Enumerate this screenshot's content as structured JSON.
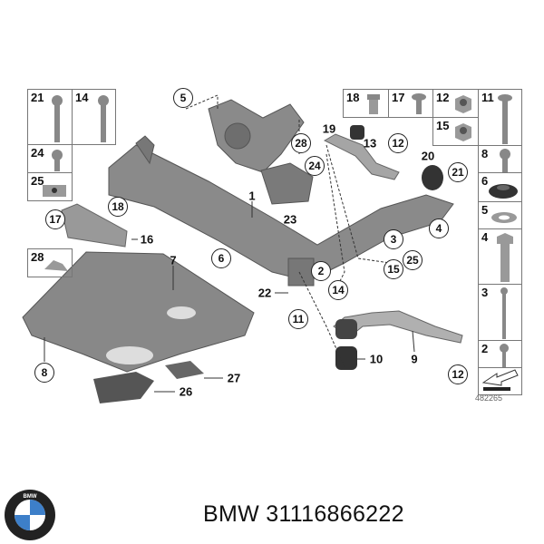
{
  "title": "BMW 31116866222",
  "brand_logo_text": "BMW",
  "diagram_ref": "482265",
  "left_grid": [
    "21",
    "14",
    "24",
    "25",
    "28"
  ],
  "right_grid": [
    "18",
    "17",
    "12",
    "15",
    "11",
    "8",
    "6",
    "5",
    "4",
    "3",
    "2"
  ],
  "callouts": {
    "c5": "5",
    "c18": "18",
    "c17": "17",
    "c16": "16",
    "c1": "1",
    "c6": "6",
    "c7": "7",
    "c8": "8",
    "c26": "26",
    "c27": "27",
    "c22": "22",
    "c2": "2",
    "c11": "11",
    "c14": "14",
    "c15": "15",
    "c25": "25",
    "c3": "3",
    "c4": "4",
    "c28": "28",
    "c24": "24",
    "c23": "23",
    "c19": "19",
    "c13": "13",
    "c12a": "12",
    "c20": "20",
    "c21": "21",
    "c10": "10",
    "c9": "9",
    "c12b": "12"
  },
  "colors": {
    "part": "#8a8a8a",
    "part_dark": "#5e5e5e",
    "line": "#333333"
  }
}
